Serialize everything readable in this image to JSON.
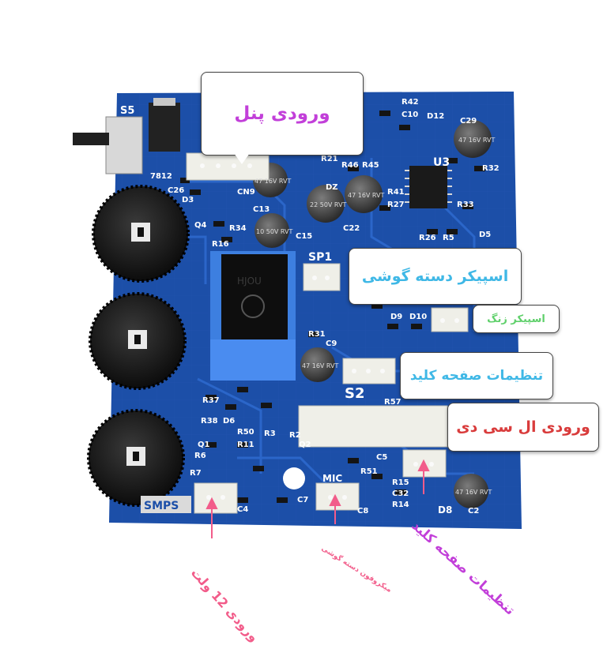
{
  "colors": {
    "pcb": "#1c4fa8",
    "pcb_dark": "#143b80",
    "trace": "#2b66c9",
    "knob": "#1b1b1b",
    "connector": "#efefe8",
    "transformer_frame": "#3d7fe0",
    "callout_magenta": "#c23fd9",
    "callout_cyan": "#3fb8e6",
    "callout_green": "#5fd06b",
    "callout_red": "#d93c3c",
    "arrow_pink": "#f25c8a"
  },
  "callouts": {
    "panel_input": "ورودی پنل",
    "handset_speaker": "اسپیکر دسته گوشی",
    "bell_speaker": "اسپیکر زنگ",
    "keypad_settings": "تنظیمات صفحه کلید",
    "lcd_input": "ورودی ال سی دی"
  },
  "rotated_labels": {
    "power_12v": "ورودی 12 ولت",
    "handset_mic": "میکروفون دسته گوشی",
    "keypad_settings_2": "تنظیمات صفحه کلید"
  },
  "silkscreen": {
    "s5": "S5",
    "reg_7812": "7812",
    "cn9": "CN9",
    "c26": "C26",
    "d3": "D3",
    "q4": "Q4",
    "r16": "R16",
    "r34": "R34",
    "c13": "C13",
    "c15": "C15",
    "c22": "C22",
    "dz": "DZ",
    "r21": "R21",
    "r45": "R45",
    "r46": "R46",
    "r42": "R42",
    "c10": "C10",
    "c29": "C29",
    "d12": "D12",
    "u3": "U3",
    "r32": "R32",
    "r33": "R33",
    "d5": "D5",
    "r41": "R41",
    "r27": "R27",
    "r26": "R26",
    "r5": "R5",
    "sp1": "SP1",
    "d9": "D9",
    "d10": "D10",
    "r31": "R31",
    "c9": "C9",
    "s2": "S2",
    "r57": "R57",
    "r37": "R37",
    "r38": "R38",
    "d6": "D6",
    "r50": "R50",
    "r3": "R3",
    "r2": "R2",
    "q1": "Q1",
    "r6": "R6",
    "r11": "R11",
    "r7": "R7",
    "q2": "Q2",
    "c5": "C5",
    "r51": "R51",
    "r15": "R15",
    "c32": "C32",
    "r14": "R14",
    "d8": "D8",
    "c2": "C2",
    "mic": "MIC",
    "c7": "C7",
    "c8": "C8",
    "c4": "C4",
    "smps": "SMPS",
    "cap_47_16v_a": "47 16V RVT",
    "cap_22_50v": "22 50V RVT",
    "cap_47_16v_b": "47 16V RVT",
    "cap_10_50v": "10 50V RVT",
    "cap_47_16v_c": "47 16V RVT",
    "cap_47_16v_d": "47 16V RVT",
    "cap_47_16v_e": "47 16V RVT",
    "transformer_brand": "HJOU"
  }
}
